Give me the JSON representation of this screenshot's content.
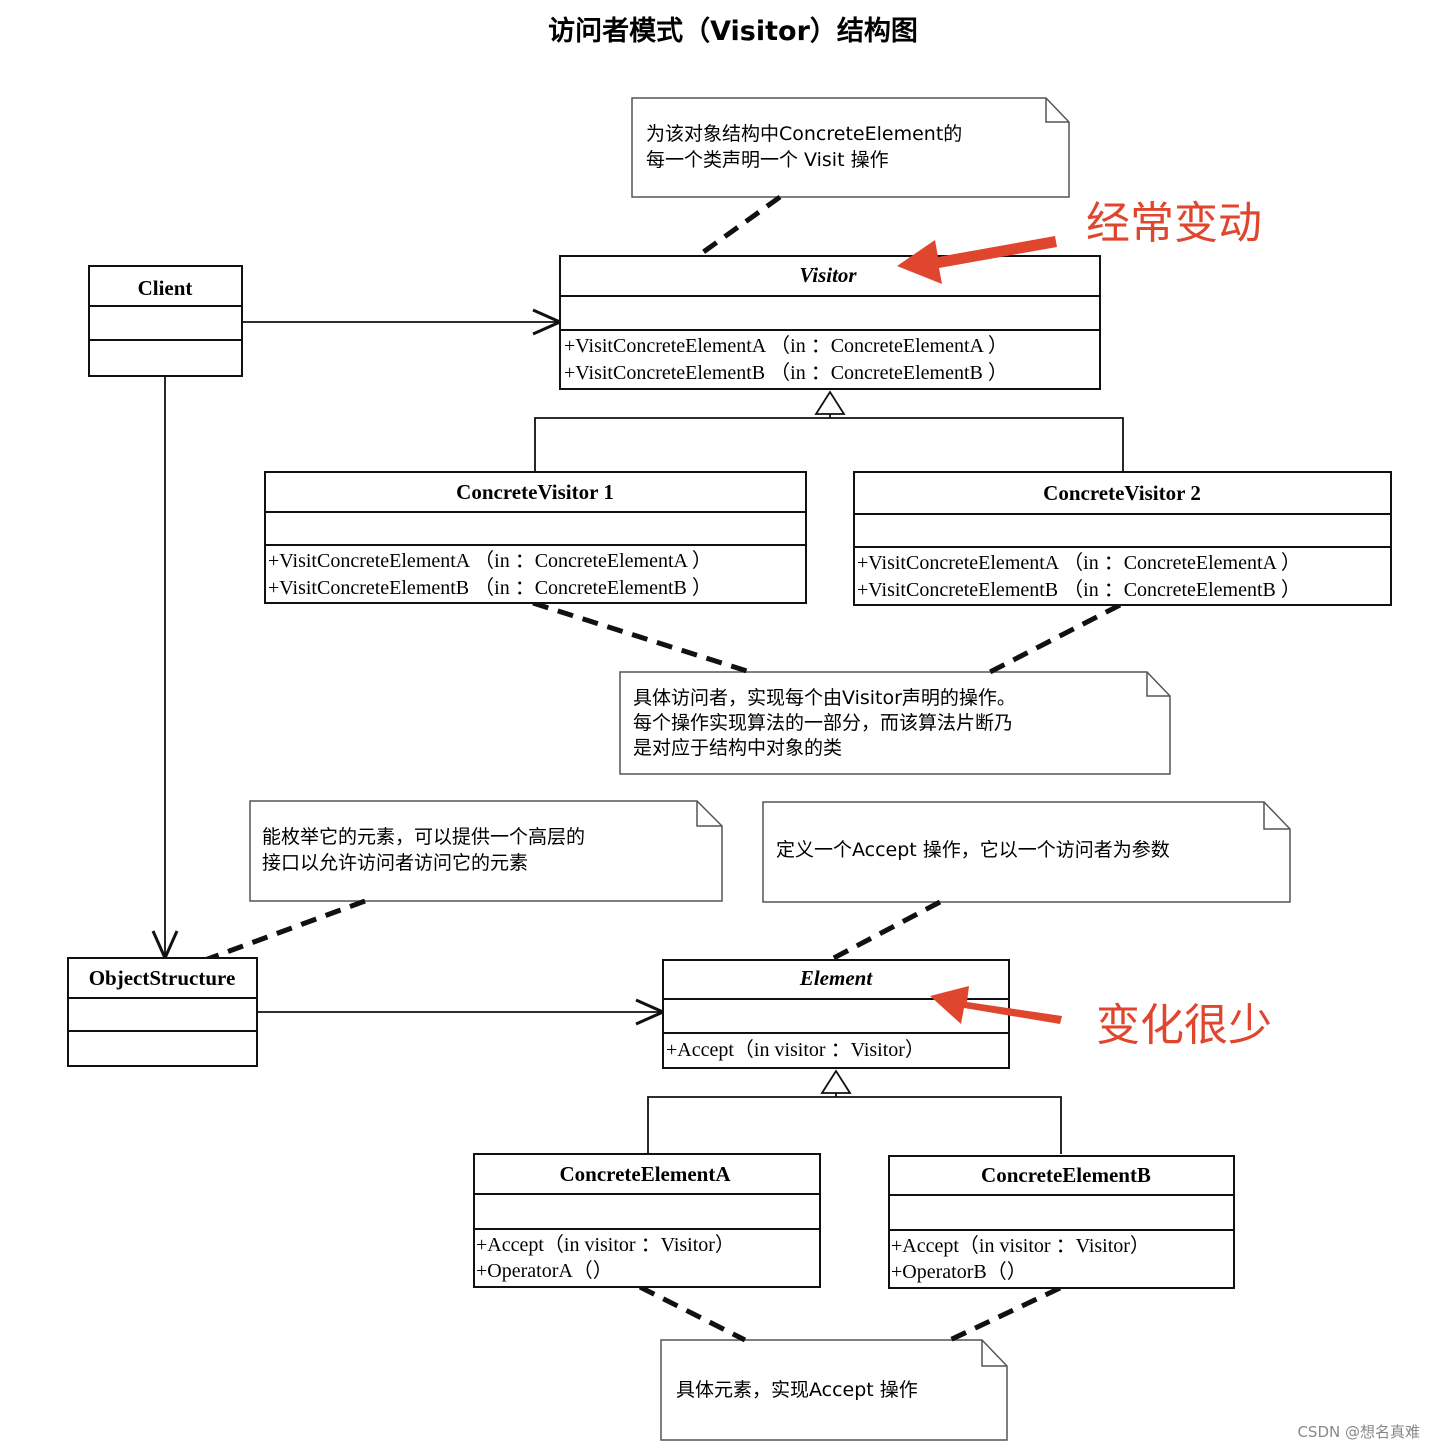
{
  "title": "访问者模式（Visitor）结构图",
  "notes": {
    "visitor_note": [
      "为该对象结构中ConcreteElement的",
      "每一个类声明一个 Visit 操作"
    ],
    "concrete_visitor_note": [
      "具体访问者，实现每个由Visitor声明的操作。",
      "每个操作实现算法的一部分，而该算法片断乃",
      "是对应于结构中对象的类"
    ],
    "object_structure_note": [
      "能枚举它的元素，可以提供一个高层的",
      "接口以允许访问者访问它的元素"
    ],
    "element_note": [
      "定义一个Accept 操作，它以一个访问者为参数"
    ],
    "concrete_element_note": [
      "具体元素，实现Accept 操作"
    ]
  },
  "classes": {
    "client": {
      "name": "Client"
    },
    "visitor": {
      "name": "Visitor",
      "ops": [
        "+VisitConcreteElementA （in ：ConcreteElementA ）",
        "+VisitConcreteElementB （in ：ConcreteElementB ）"
      ]
    },
    "concrete_visitor_1": {
      "name": "ConcreteVisitor 1",
      "ops": [
        "+VisitConcreteElementA （in ：ConcreteElementA ）",
        "+VisitConcreteElementB （in ：ConcreteElementB ）"
      ]
    },
    "concrete_visitor_2": {
      "name": "ConcreteVisitor 2",
      "ops": [
        "+VisitConcreteElementA （in ：ConcreteElementA ）",
        "+VisitConcreteElementB （in ：ConcreteElementB ）"
      ]
    },
    "object_structure": {
      "name": "ObjectStructure"
    },
    "element": {
      "name": "Element",
      "ops": [
        "+Accept（in visitor ：Visitor）"
      ]
    },
    "concrete_element_a": {
      "name": "ConcreteElementA",
      "ops": [
        "+Accept（in visitor ：Visitor）",
        "+OperatorA（）"
      ]
    },
    "concrete_element_b": {
      "name": "ConcreteElementB",
      "ops": [
        "+Accept（in visitor ：Visitor）",
        "+OperatorB（）"
      ]
    }
  },
  "annotations": {
    "visitor_annotation": "经常变动",
    "element_annotation": "变化很少",
    "accent_color": "#e0452e"
  },
  "watermark": "CSDN @想名真难"
}
